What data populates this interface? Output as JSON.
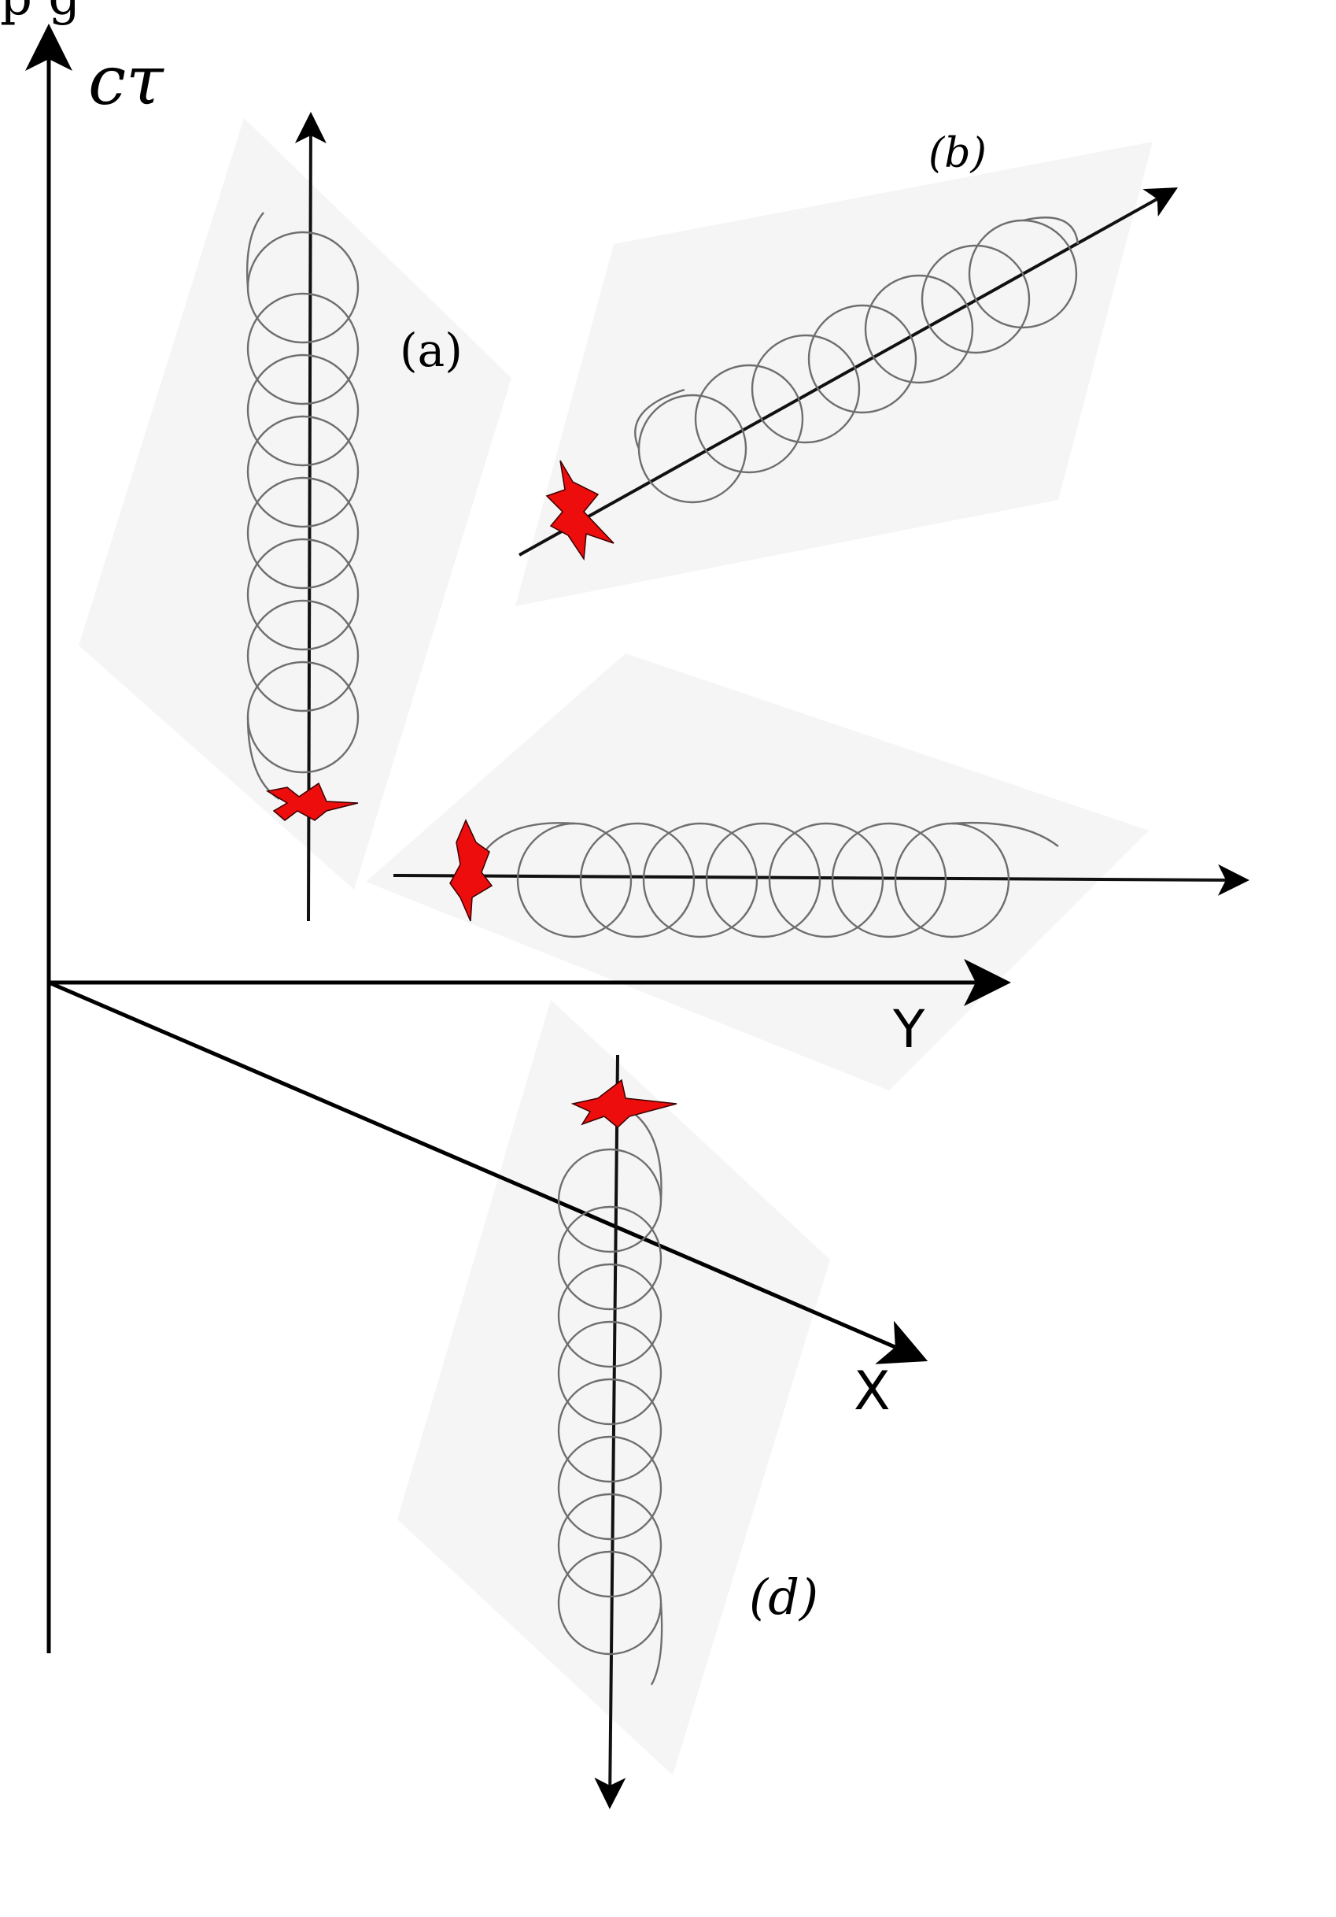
{
  "header_fragment": "p      g",
  "axes": {
    "vertical": "cτ",
    "horizontal": "Y",
    "diagonal": "X"
  },
  "panels": {
    "a": {
      "label": "(a)"
    },
    "b": {
      "label": "(b)"
    },
    "c": {
      "label": ""
    },
    "d": {
      "label": "(d)"
    }
  },
  "colors": {
    "marker": "#ee0d0d",
    "helix": "#6e6e6e",
    "panel_fill": "#f5f5f5",
    "axis": "#000000"
  }
}
